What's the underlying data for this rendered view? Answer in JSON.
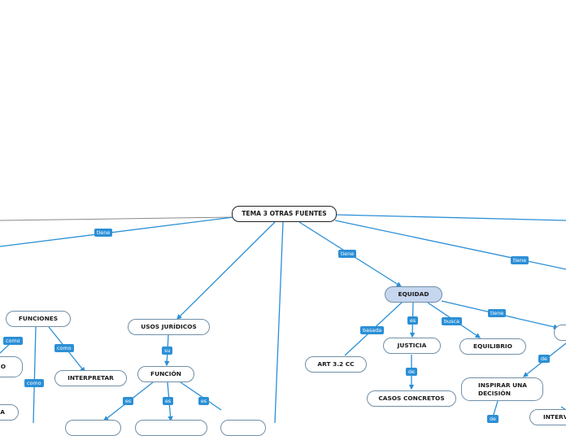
{
  "colors": {
    "line": "#2b8fd6",
    "label_bg": "#2b8fd6",
    "highlight": "#c5d6ee",
    "root_border": "#222222"
  },
  "root": "TEMA 3 OTRAS FUENTES",
  "nodes": {
    "equidad": "EQUIDAD",
    "usos_juridicos": "USOS JURÍDICOS",
    "funciones": "FUNCIONES",
    "interpretar": "INTERPRETAR",
    "funcion": "FUNCIÓN",
    "art": "ART 3.2 CC",
    "justicia": "JUSTICIA",
    "casos": "CASOS CONCRETOS",
    "equilibrio": "EQUILIBRIO",
    "inspirar": "INSPIRAR UNA DECISIÓN",
    "interv": "INTERV",
    "partial_left_1": "O",
    "partial_left_2": "A"
  },
  "labels": {
    "tiene_left": "tiene",
    "tiene_equidad": "tiene",
    "tiene_right": "tiene",
    "como_1": "como",
    "como_2": "como",
    "como_3": "como",
    "su": "su",
    "es_1": "es",
    "es_2": "es",
    "es_3": "es",
    "basada": "basada",
    "es_justicia": "es",
    "de_casos": "de",
    "busca": "busca",
    "tiene_eq": "tiene",
    "de_inspirar": "de",
    "de_interv": "de"
  }
}
